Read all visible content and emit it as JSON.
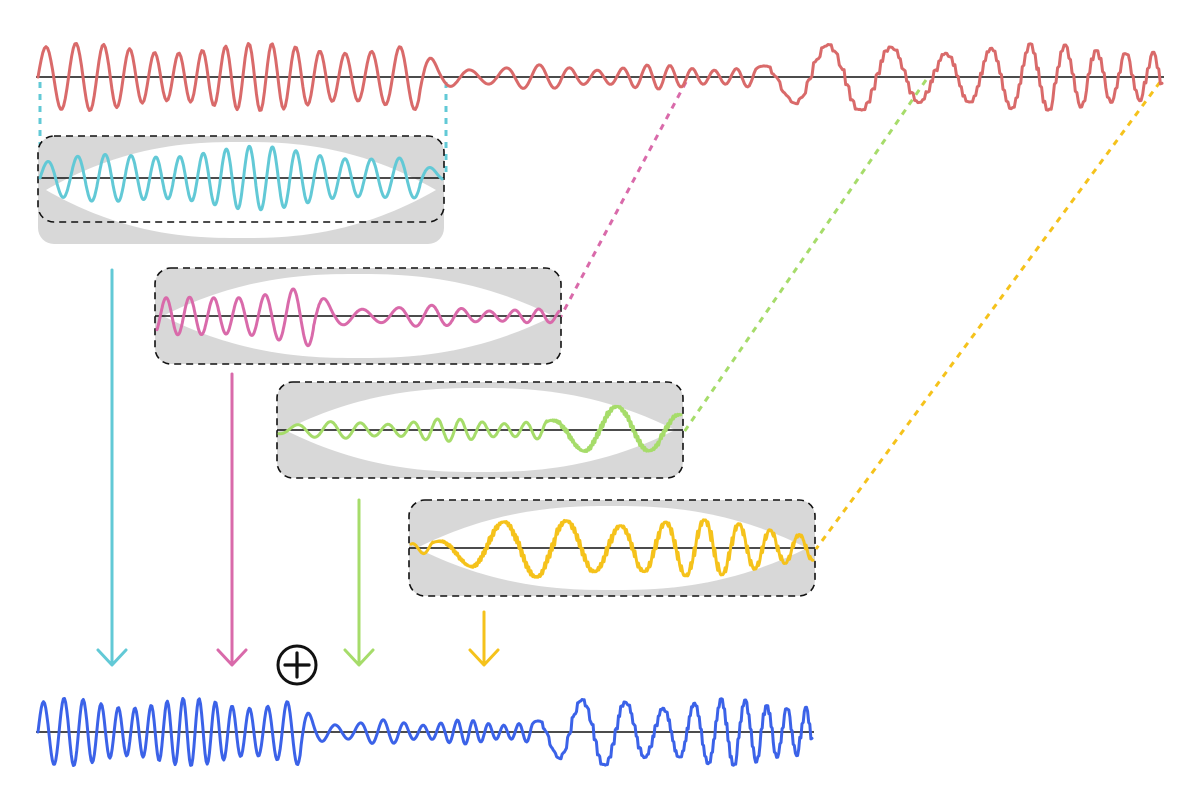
{
  "diagram": {
    "description_free": true,
    "signal": {
      "color": "#d96a6a"
    },
    "output": {
      "color": "#3b62e8"
    },
    "operator": {
      "symbol": "plus-in-circle-icon"
    },
    "frames": [
      {
        "id": "frame-1",
        "color": "#62c9d6"
      },
      {
        "id": "frame-2",
        "color": "#d96aaa"
      },
      {
        "id": "frame-3",
        "color": "#a6dc6a"
      },
      {
        "id": "frame-4",
        "color": "#f5c21b"
      }
    ]
  }
}
